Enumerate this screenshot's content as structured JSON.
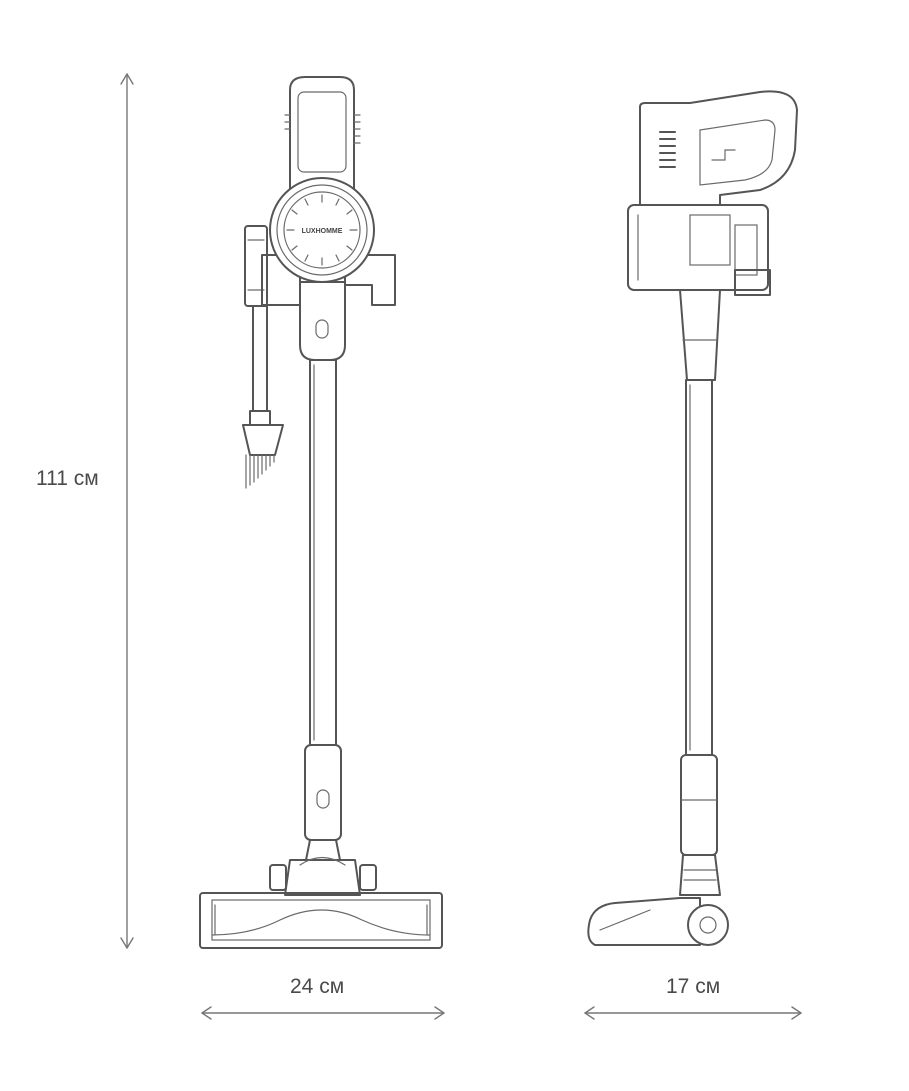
{
  "dimensions": {
    "height": "111 см",
    "width_front": "24 см",
    "width_side": "17 см"
  },
  "logo_text": "LUXHOMME",
  "colors": {
    "line": "#555555",
    "text": "#4a4a4a",
    "background": "#ffffff"
  }
}
